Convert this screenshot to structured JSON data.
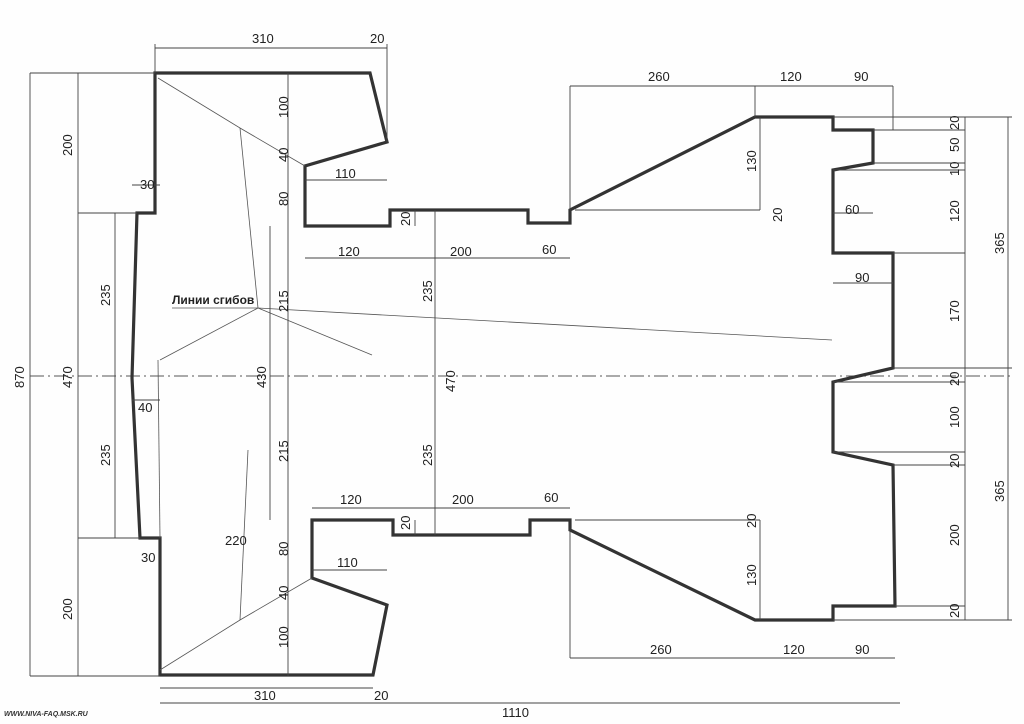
{
  "drawing": {
    "fold_lines_label": "Линии сгибов",
    "watermark": "WWW.NIVA-FAQ.MSK.RU",
    "overall_width": "1110",
    "left_section": {
      "top_width": "310",
      "top_offset": "20",
      "top_notch_height": "100",
      "top_notch_slope": "40",
      "top_notch_width": "110",
      "top_step": "80",
      "flap_30_top": "30",
      "height_200_top": "200",
      "total_height": "870",
      "mid_height": "470",
      "half_235_top": "235",
      "half_235_bottom": "235",
      "bulge": "40",
      "fold_half_top": "215",
      "fold_total": "430",
      "fold_half_bottom": "215",
      "bottom_diag": "220",
      "flap_30_bottom": "30",
      "bottom_step": "80",
      "bottom_notch_width": "110",
      "bottom_notch_slope": "40",
      "bottom_notch_height": "100",
      "height_200_bottom": "200",
      "bottom_width": "310",
      "bottom_offset": "20"
    },
    "middle_section": {
      "top_120": "120",
      "top_step_20": "20",
      "top_200": "200",
      "top_60": "60",
      "half_235_top": "235",
      "height_470": "470",
      "half_235_bottom": "235",
      "bottom_120": "120",
      "bottom_step_20": "20",
      "bottom_200": "200",
      "bottom_60": "60"
    },
    "right_section": {
      "top_260": "260",
      "top_120": "120",
      "top_90": "90",
      "top_slope_130": "130",
      "top_20": "20",
      "r_20a": "20",
      "r_50": "50",
      "r_10": "10",
      "r_120": "120",
      "notch_60": "60",
      "width_90": "90",
      "r_170": "170",
      "half_365_top": "365",
      "r_20b": "20",
      "r_100": "100",
      "r_20c": "20",
      "r_200": "200",
      "r_20d": "20",
      "half_365_bottom": "365",
      "bottom_20": "20",
      "bottom_slope_130": "130",
      "bottom_260": "260",
      "bottom_120": "120",
      "bottom_90": "90"
    }
  }
}
